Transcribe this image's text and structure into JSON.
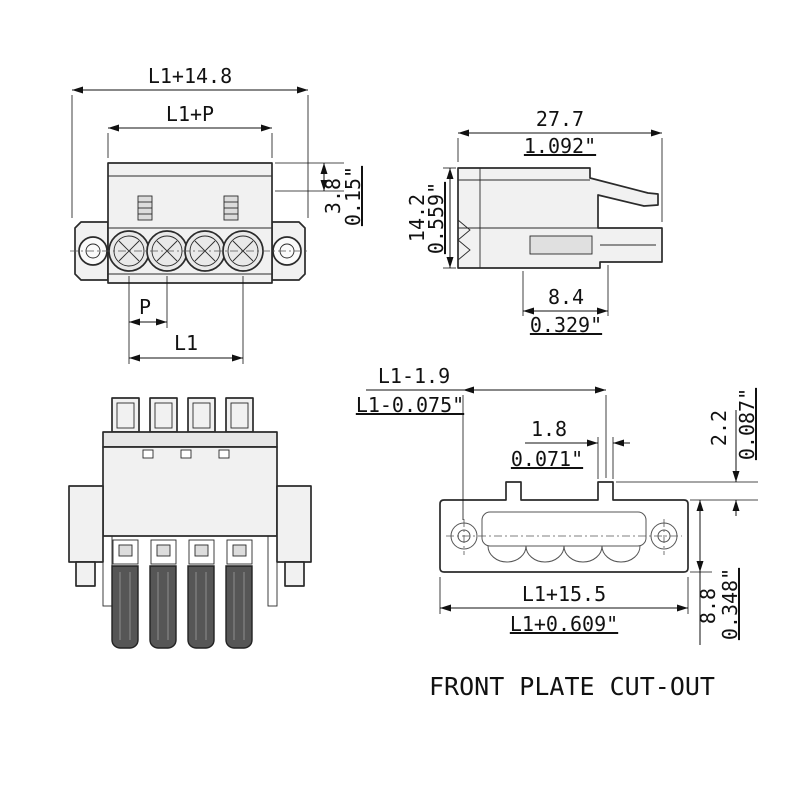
{
  "title": "FRONT PLATE CUT-OUT",
  "front_view": {
    "overall_width_mm": "L1+14.8",
    "pitch_width": "L1+P",
    "flange_height_mm": "3.8",
    "flange_height_in": "0.15\"",
    "pitch_label": "P",
    "span_label": "L1"
  },
  "side_view": {
    "width_mm": "27.7",
    "width_in": "1.092\"",
    "height_mm": "14.2",
    "height_in": "0.559\"",
    "panel_depth_mm": "8.4",
    "panel_depth_in": "0.329\""
  },
  "cutout_view": {
    "slot_width_mm": "L1-1.9",
    "slot_width_in": "L1-0.075\"",
    "tab_width_mm": "1.8",
    "tab_width_in": "0.071\"",
    "tab_height_mm": "2.2",
    "tab_height_in": "0.087\"",
    "cutout_height_mm": "8.8",
    "cutout_height_in": "0.348\"",
    "cutout_width_mm": "L1+15.5",
    "cutout_width_in": "L1+0.609\""
  }
}
